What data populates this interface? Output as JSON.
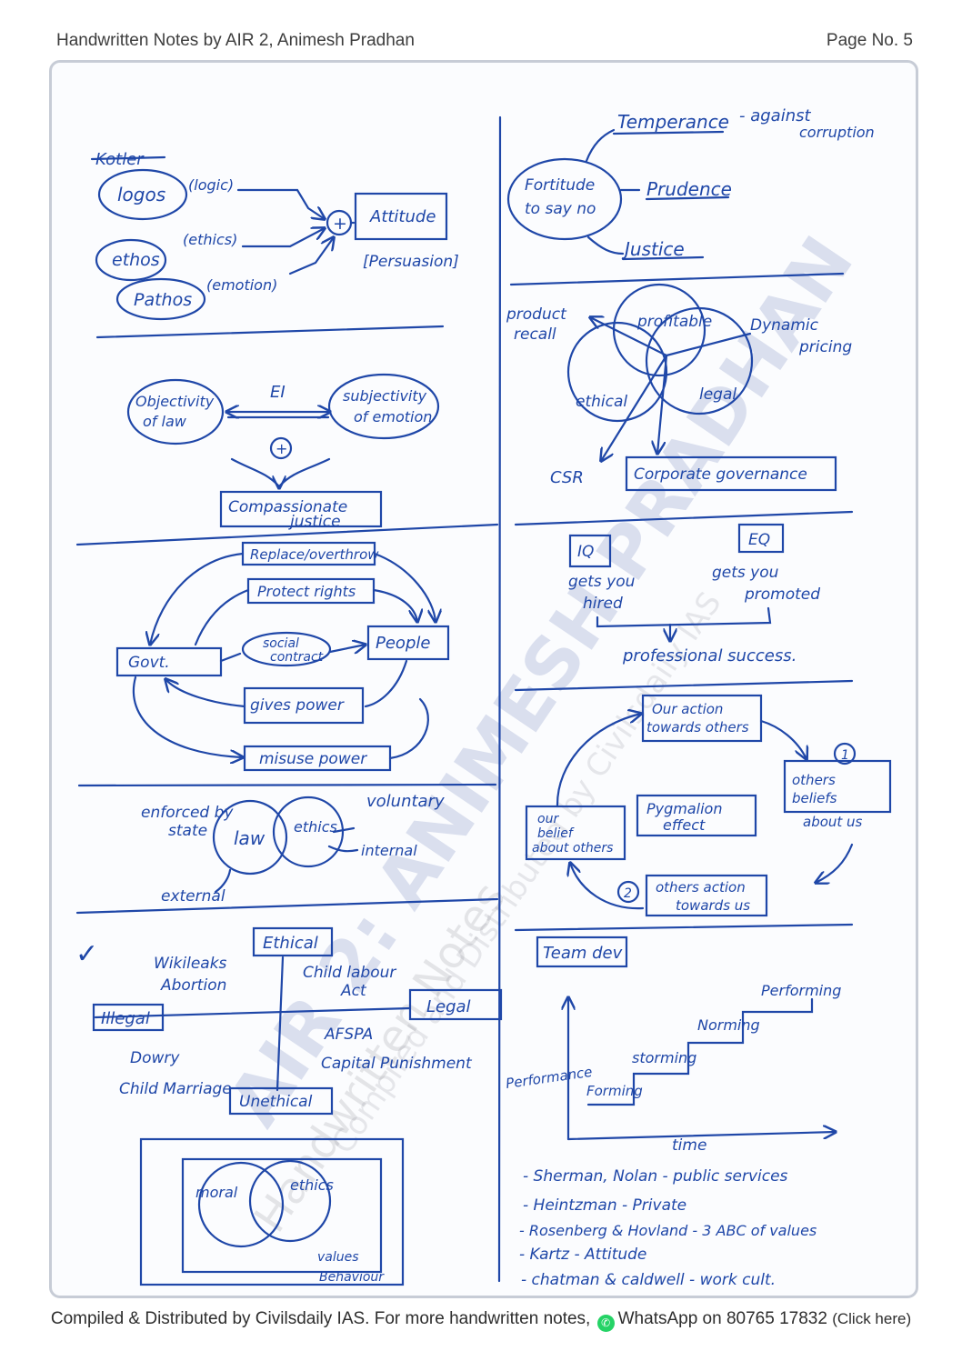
{
  "header": {
    "title": "Handwritten Notes by AIR 2, Animesh Pradhan",
    "page": "Page No. 5"
  },
  "watermark": {
    "name": "AIR 2: ANIMESH PRADHAN",
    "line2": "Handwritten Notes",
    "line3": "Compiled and Distributed by Civilsdaily IAS"
  },
  "notes": {
    "persuasion": {
      "struck": "Kotler",
      "logos": "logos",
      "logic": "(logic)",
      "ethos": "ethos",
      "ethics": "(ethics)",
      "pathos": "Pathos",
      "emotion": "(emotion)",
      "plus": "+",
      "attitude": "Attitude",
      "persuasion": "[Persuasion]"
    },
    "ei": {
      "objectivity": [
        "Objectivity",
        "of law"
      ],
      "label": "EI",
      "subjectivity": [
        "subjectivity",
        "of emotion"
      ],
      "plus": "+",
      "result": [
        "Compassionate",
        "justice"
      ]
    },
    "social_contract": {
      "replace": "Replace/overthrow",
      "protect": "Protect rights",
      "govt": "Govt.",
      "contract": [
        "social",
        "contract"
      ],
      "people": "People",
      "gives": "gives power",
      "misuse": "misuse power"
    },
    "law_ethics": {
      "enforced": [
        "enforced by",
        "state"
      ],
      "law": "law",
      "ethics": "ethics",
      "voluntary": "voluntary",
      "internal": "internal",
      "external": "external"
    },
    "matrix": {
      "tick": "✓",
      "ethical": "Ethical",
      "unethical": "Unethical",
      "illegal": "Illegal",
      "legal": "Legal",
      "wikileaks": "Wikileaks",
      "abortion": "Abortion",
      "child_labour": [
        "Child labour",
        "Act"
      ],
      "afspa": "AFSPA",
      "capital": "Capital Punishment",
      "dowry": "Dowry",
      "child_marriage": "Child Marriage"
    },
    "moral_box": {
      "moral": "moral",
      "ethics": "ethics",
      "values": "values",
      "behaviour": "Behaviour"
    },
    "virtues": {
      "temperance": "Temperance",
      "temperance_note": [
        "- against",
        "corruption"
      ],
      "fortitude": [
        "Fortitude",
        "to say no"
      ],
      "prudence": "Prudence",
      "justice": "Justice"
    },
    "business": {
      "product": [
        "product",
        "recall"
      ],
      "profitable": "profitable",
      "dynamic": [
        "Dynamic",
        "pricing"
      ],
      "ethical": "ethical",
      "legal": "legal",
      "csr": "CSR",
      "governance": "Corporate governance"
    },
    "iq_eq": {
      "iq": "IQ",
      "eq": "EQ",
      "iq_note": [
        "gets you",
        "hired"
      ],
      "eq_note": [
        "gets you",
        "promoted"
      ],
      "result": "professional success."
    },
    "pygmalion": {
      "our_action": [
        "Our action",
        "towards others"
      ],
      "one": "1",
      "others_beliefs": [
        "others",
        "beliefs",
        "about us"
      ],
      "center": [
        "Pygmalion",
        "effect"
      ],
      "our_belief": [
        "our",
        "belief",
        "about others"
      ],
      "two": "2",
      "others_action": [
        "others action",
        "towards us"
      ]
    },
    "team": {
      "title": "Team dev",
      "ylabel": "Performance",
      "xlabel": "time",
      "stages": [
        "Forming",
        "storming",
        "Norming",
        "Performing"
      ]
    },
    "thinkers": [
      "- Sherman, Nolan - public services",
      "- Heintzman - Private",
      "- Rosenberg & Hovland - 3 ABC of values",
      "- Kartz - Attitude",
      "- chatman & caldwell - work cult."
    ]
  },
  "footer": {
    "text": "Compiled & Distributed by Civilsdaily IAS. For more handwritten notes,",
    "whatsapp": "WhatsApp on 80765 17832",
    "click": "(Click here)"
  },
  "colors": {
    "ink": "#1f47a8",
    "frame": "#c7ccd6",
    "whatsapp": "#25d366"
  }
}
